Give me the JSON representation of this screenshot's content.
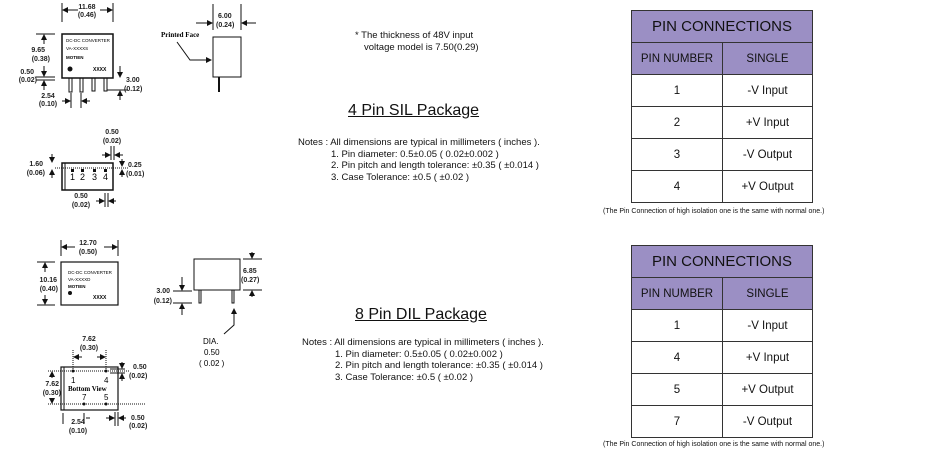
{
  "sil": {
    "top_view": {
      "width_mm": "11.68",
      "width_in": "(0.46)",
      "height_mm": "9.65",
      "height_in": "(0.38)",
      "standoff_mm": "0.50",
      "standoff_in": "(0.02)",
      "pin_len_mm": "3.00",
      "pin_len_in": "(0.12)",
      "pitch_mm": "2.54",
      "pitch_in": "(0.10)",
      "label1": "DC-DC CONVERTER",
      "label2": "VA-XXXXS",
      "label3": "MOTIEN",
      "label4": "XXXX"
    },
    "side_view": {
      "printed_face": "Printed Face",
      "thick_mm": "6.00",
      "thick_in": "(0.24)"
    },
    "bottom_view": {
      "top_mm": "0.50",
      "top_in": "(0.02)",
      "left_mm": "1.60",
      "left_in": "(0.06)",
      "right_mm": "0.25",
      "right_in": "(0.01)",
      "bottom_mm": "0.50",
      "bottom_in": "(0.02)",
      "pins": [
        "1",
        "2",
        "3",
        "4"
      ]
    },
    "thickness_note": [
      "* The thickness of 48V input",
      "voltage model is 7.50(0.29)"
    ],
    "title": "4 Pin SIL Package",
    "notes": [
      "Notes : All dimensions are typical in millimeters ( inches ).",
      "1. Pin diameter:  0.5±0.05 ( 0.02±0.002 )",
      "2. Pin pitch and length tolerance:  ±0.35 ( ±0.014 )",
      "3. Case Tolerance:  ±0.5 ( ±0.02 )"
    ]
  },
  "dil": {
    "top_view": {
      "width_mm": "12.70",
      "width_in": "(0.50)",
      "height_mm": "10.16",
      "height_in": "(0.40)",
      "label1": "DC-DC CONVERTER",
      "label2": "VA-XXXXD",
      "label3": "MOTIEN",
      "label4": "XXXX"
    },
    "side_view": {
      "height_mm": "6.85",
      "height_in": "(0.27)",
      "pin_len_mm": "3.00",
      "pin_len_in": "(0.12)",
      "dia_label": "DIA.",
      "dia_mm": "0.50",
      "dia_in": "( 0.02 )"
    },
    "bottom_view": {
      "top_mm": "7.62",
      "top_in": "(0.30)",
      "left_mm": "7.62",
      "left_in": "(0.30)",
      "right_mm": "0.50",
      "right_in": "(0.02)",
      "pitch_mm": "2.54",
      "pitch_in": "(0.10)",
      "bottom_mm": "0.50",
      "bottom_in": "(0.02)",
      "label": "Bottom View",
      "pins": [
        "1",
        "4",
        "7",
        "5"
      ]
    },
    "title": "8 Pin DIL Package",
    "notes": [
      "Notes : All dimensions are typical in millimeters ( inches ).",
      "1. Pin diameter:  0.5±0.05 ( 0.02±0.002 )",
      "2. Pin pitch and length tolerance:  ±0.35 ( ±0.014 )",
      "3. Case Tolerance:  ±0.5 ( ±0.02 )"
    ]
  },
  "pin_tables": [
    {
      "title": "PIN CONNECTIONS",
      "headers": [
        "PIN NUMBER",
        "SINGLE"
      ],
      "rows": [
        [
          "1",
          "-V Input"
        ],
        [
          "2",
          "+V Input"
        ],
        [
          "3",
          "-V Output"
        ],
        [
          "4",
          "+V Output"
        ]
      ],
      "caption": "(The Pin Connection of high isolation one is the same with normal one.)"
    },
    {
      "title": "PIN CONNECTIONS",
      "headers": [
        "PIN NUMBER",
        "SINGLE"
      ],
      "rows": [
        [
          "1",
          "-V Input"
        ],
        [
          "4",
          "+V Input"
        ],
        [
          "5",
          "+V Output"
        ],
        [
          "7",
          "-V Output"
        ]
      ],
      "caption": "(The Pin Connection of high isolation one is the same with normal one.)"
    }
  ],
  "colors": {
    "table_header": "#9b8fc4"
  }
}
